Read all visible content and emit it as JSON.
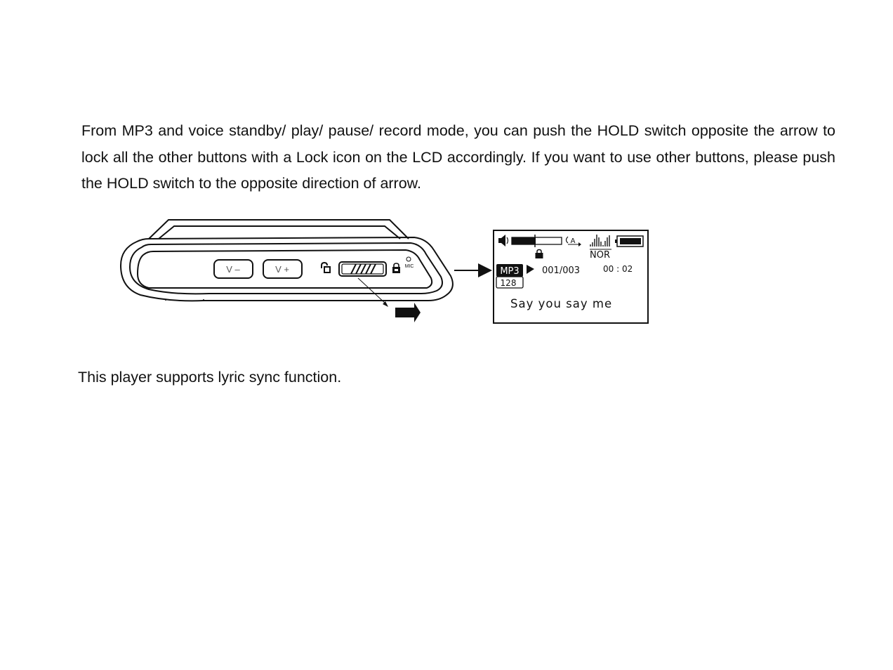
{
  "text": {
    "hold_paragraph": "From MP3 and voice standby/ play/ pause/ record mode, you can push the HOLD switch opposite the arrow to lock all the other buttons with a Lock icon on the LCD accordingly. If you want to use other buttons, please push the HOLD switch to the opposite direction of arrow.",
    "lyric_paragraph": "This player supports lyric sync function."
  },
  "device": {
    "vol_down_label": "V –",
    "vol_up_label": "V +",
    "mic_label": "MIC"
  },
  "lcd": {
    "mode_label": "MP3",
    "bitrate": "128",
    "track_counter": "001/003",
    "time": "00 : 02",
    "eq_label": "NOR",
    "repeat_label": "A",
    "lyric": "Say you say me"
  }
}
